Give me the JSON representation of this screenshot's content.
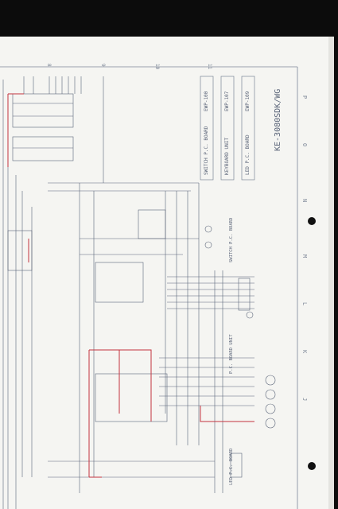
{
  "title_block": {
    "model": "KE-3080SDK/WG",
    "boards": [
      {
        "name": "SWITCH P.C. BOARD",
        "code": "EWP-100"
      },
      {
        "name": "KEYBOARD UNIT",
        "code": "EWP-107"
      },
      {
        "name": "LED P.C. BOARD",
        "code": "EWP-109"
      }
    ]
  },
  "board_labels": {
    "switch_board": "SWITCH P.C. BOARD",
    "board_unit": "P.C. BOARD UNIT",
    "led_board": "LED P.C. BOARD"
  },
  "grid_columns": [
    "8",
    "9",
    "10",
    "11"
  ],
  "grid_rows": [
    "P",
    "O",
    "N",
    "M",
    "L",
    "K",
    "J"
  ],
  "colors": {
    "paper": "#f5f5f2",
    "ink": "#5a6478",
    "highlight": "#c4323e",
    "background": "#0c0c0c"
  }
}
